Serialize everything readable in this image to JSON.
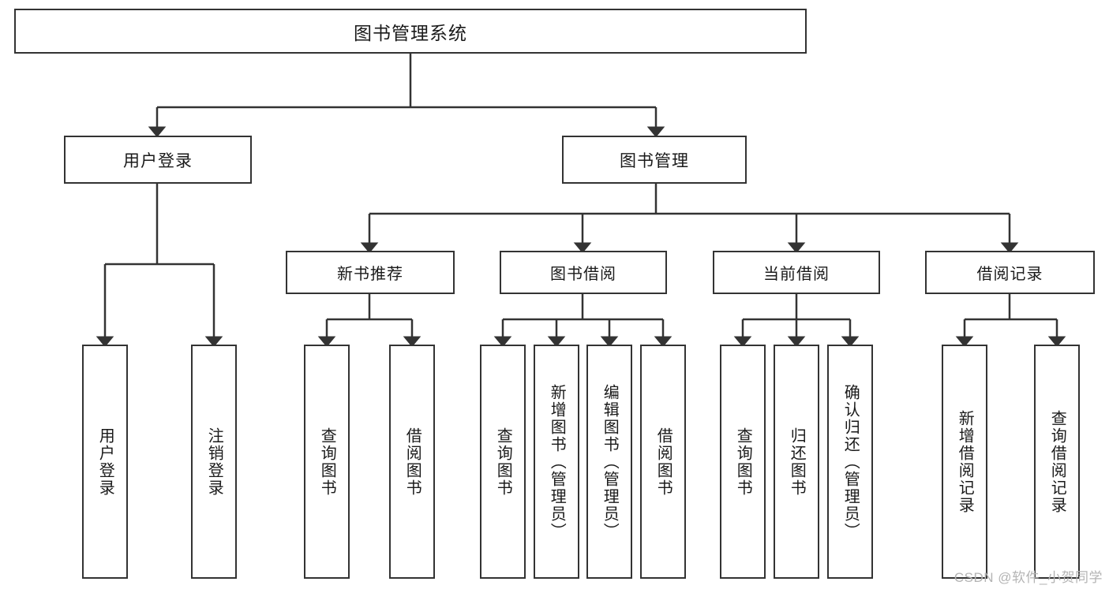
{
  "diagram": {
    "title": "图书管理系统",
    "type": "hierarchy-tree",
    "stroke_color": "#333333",
    "background_color": "#ffffff",
    "root": {
      "label": "图书管理系统",
      "children": [
        {
          "label": "用户登录",
          "children": [
            {
              "label": "用户登录"
            },
            {
              "label": "注销登录"
            }
          ]
        },
        {
          "label": "图书管理",
          "children": [
            {
              "label": "新书推荐",
              "children": [
                {
                  "label": "查询图书"
                },
                {
                  "label": "借阅图书"
                }
              ]
            },
            {
              "label": "图书借阅",
              "children": [
                {
                  "label": "查询图书"
                },
                {
                  "label": "新增图书（管理员）"
                },
                {
                  "label": "编辑图书（管理员）"
                },
                {
                  "label": "借阅图书"
                }
              ]
            },
            {
              "label": "当前借阅",
              "children": [
                {
                  "label": "查询图书"
                },
                {
                  "label": "归还图书"
                },
                {
                  "label": "确认归还（管理员）"
                }
              ]
            },
            {
              "label": "借阅记录",
              "children": [
                {
                  "label": "新增借阅记录"
                },
                {
                  "label": "查询借阅记录"
                }
              ]
            }
          ]
        }
      ]
    }
  },
  "watermark": {
    "text": "CSDN @软件_小贺同学"
  }
}
